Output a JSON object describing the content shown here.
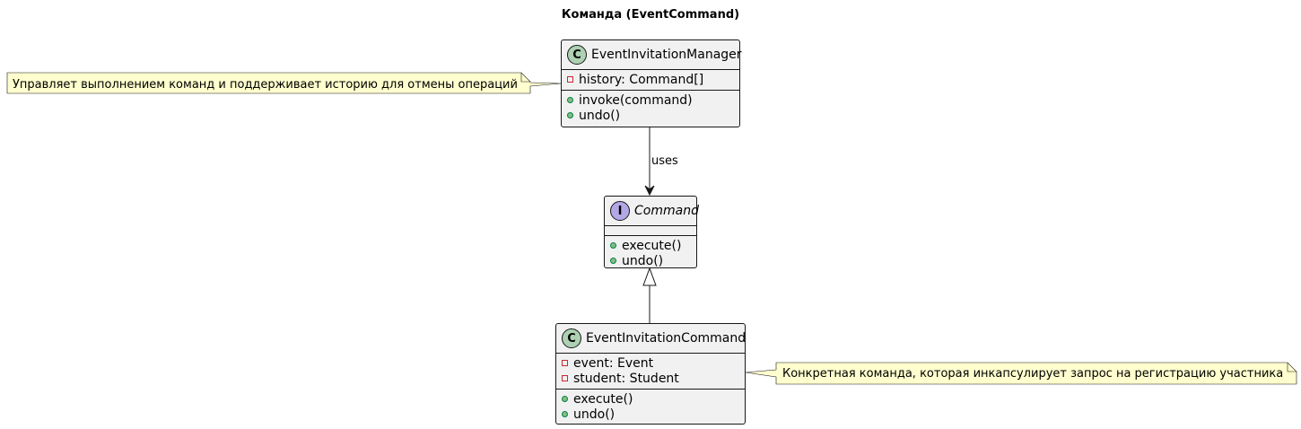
{
  "title": "Команда (EventCommand)",
  "classes": {
    "manager": {
      "stereotype_letter": "C",
      "name": "EventInvitationManager",
      "attributes": [
        "history: Command[]"
      ],
      "methods": [
        "invoke(command)",
        "undo()"
      ]
    },
    "command": {
      "stereotype_letter": "I",
      "name": "Command",
      "methods": [
        "execute()",
        "undo()"
      ]
    },
    "concrete": {
      "stereotype_letter": "C",
      "name": "EventInvitationCommand",
      "attributes": [
        "event: Event",
        "student: Student"
      ],
      "methods": [
        "execute()",
        "undo()"
      ]
    }
  },
  "notes": {
    "manager": "Управляет выполнением команд и поддерживает историю для отмены операций",
    "concrete": "Конкретная команда, которая инкапсулирует запрос на регистрацию участника"
  },
  "relations": {
    "uses_label": "uses"
  },
  "colors": {
    "class_fill": "#f1f1f1",
    "class_badge": "#add1b2",
    "interface_badge": "#b4a7e5",
    "note_fill": "#fefece",
    "private_marker": "#c82930",
    "public_marker": "#84be84"
  }
}
